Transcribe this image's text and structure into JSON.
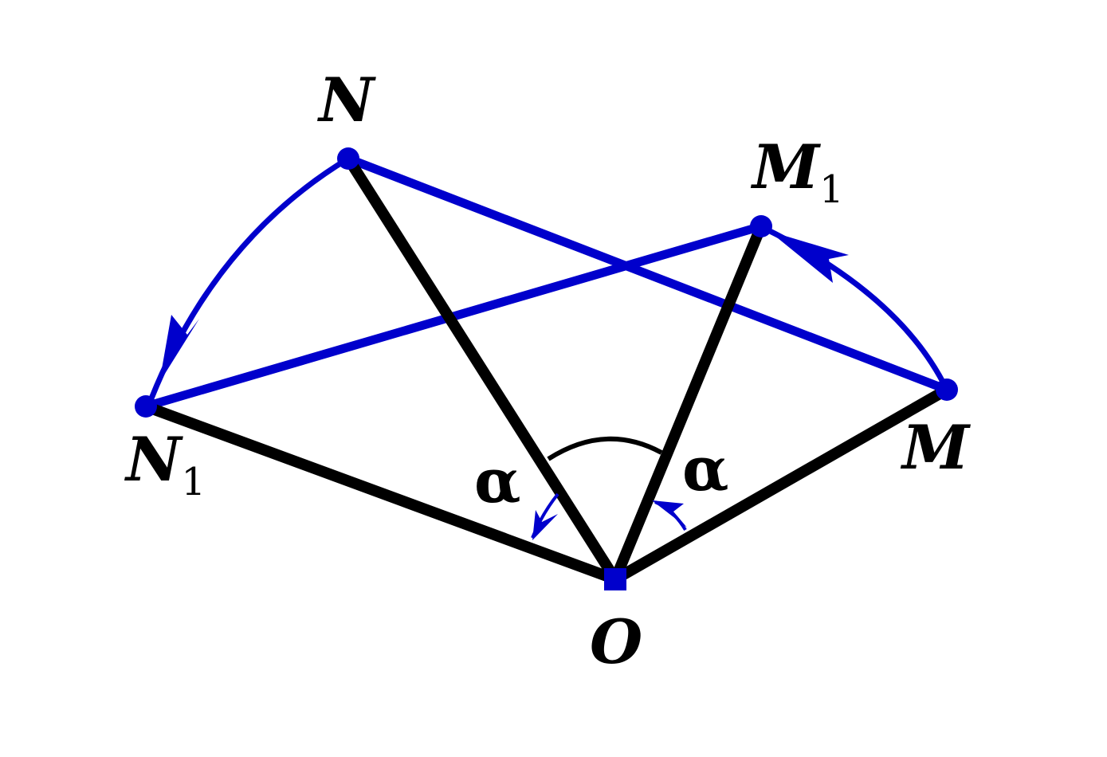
{
  "colors": {
    "black_lines": "#000000",
    "blue_lines": "#0000cc",
    "background": "#ffffff"
  },
  "points": {
    "N": {
      "label": "N",
      "subscript": ""
    },
    "N1": {
      "label": "N",
      "subscript": "1"
    },
    "M": {
      "label": "M",
      "subscript": ""
    },
    "M1": {
      "label": "M",
      "subscript": "1"
    },
    "O": {
      "label": "O",
      "subscript": ""
    }
  },
  "angles": {
    "left": "α",
    "right": "α"
  }
}
